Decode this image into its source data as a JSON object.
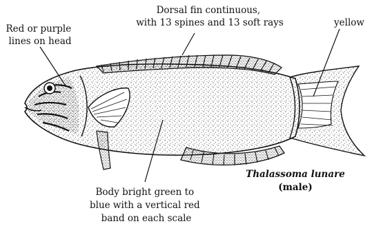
{
  "labels": {
    "head": [
      "Red or purple",
      "lines on head"
    ],
    "dorsal": [
      "Dorsal fin continuous,",
      "with 13 spines and 13 soft rays"
    ],
    "tail": "yellow",
    "body": [
      "Body bright green to",
      "blue with a vertical red",
      "band on each scale"
    ]
  },
  "species": {
    "name": "Thalassoma lunare",
    "sex": "(male)"
  },
  "colors": {
    "ink": "#111111",
    "background": "#ffffff"
  }
}
